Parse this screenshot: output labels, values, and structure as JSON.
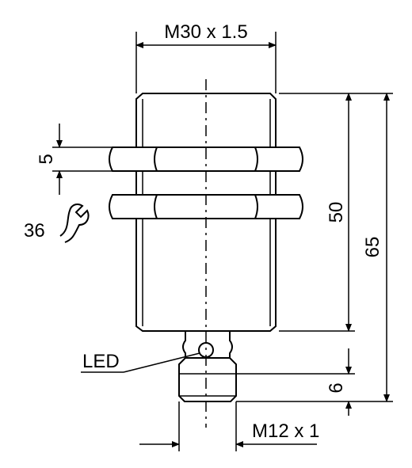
{
  "labels": {
    "thread_top": "M30 x 1.5",
    "nut_thickness": "5",
    "wrench_size": "36",
    "body_length": "50",
    "total_length": "65",
    "led": "LED",
    "connector_length": "6",
    "thread_bottom": "M12 x 1"
  },
  "icons": {
    "wrench": "open-end-wrench-icon"
  }
}
